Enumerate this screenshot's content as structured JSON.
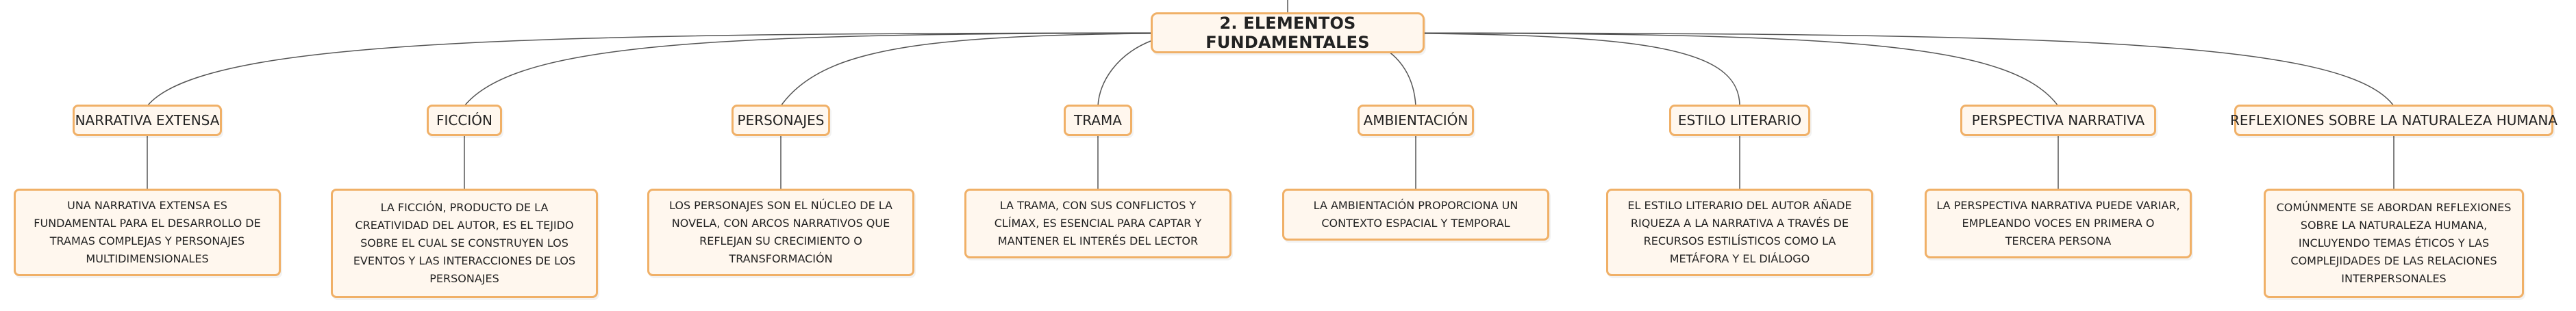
{
  "root": {
    "label": "2. ELEMENTOS FUNDAMENTALES"
  },
  "colors": {
    "border": "#f0b067",
    "fill": "#fff7ee",
    "line": "#555555",
    "text": "#222222"
  },
  "branches": [
    {
      "label": "NARRATIVA EXTENSA",
      "description": "UNA NARRATIVA EXTENSA ES FUNDAMENTAL PARA EL DESARROLLO DE TRAMAS COMPLEJAS Y PERSONAJES MULTIDIMENSIONALES"
    },
    {
      "label": "FICCIÓN",
      "description": "LA FICCIÓN, PRODUCTO DE LA CREATIVIDAD DEL AUTOR, ES EL TEJIDO SOBRE EL CUAL SE CONSTRUYEN LOS EVENTOS Y LAS INTERACCIONES DE LOS PERSONAJES"
    },
    {
      "label": "PERSONAJES",
      "description": "LOS PERSONAJES SON EL NÚCLEO DE LA NOVELA, CON ARCOS NARRATIVOS QUE REFLEJAN SU CRECIMIENTO O TRANSFORMACIÓN"
    },
    {
      "label": "TRAMA",
      "description": "LA TRAMA, CON SUS CONFLICTOS Y CLÍMAX, ES ESENCIAL PARA CAPTAR Y MANTENER EL INTERÉS DEL LECTOR"
    },
    {
      "label": "AMBIENTACIÓN",
      "description": "LA AMBIENTACIÓN PROPORCIONA UN CONTEXTO ESPACIAL Y TEMPORAL"
    },
    {
      "label": "ESTILO LITERARIO",
      "description": "EL ESTILO LITERARIO DEL AUTOR AÑADE RIQUEZA A LA NARRATIVA A TRAVÉS DE RECURSOS ESTILÍSTICOS COMO LA METÁFORA Y EL DIÁLOGO"
    },
    {
      "label": "PERSPECTIVA NARRATIVA",
      "description": "LA PERSPECTIVA NARRATIVA PUEDE VARIAR, EMPLEANDO VOCES EN PRIMERA O TERCERA PERSONA"
    },
    {
      "label": "REFLEXIONES SOBRE LA NATURALEZA HUMANA",
      "description": "COMÚNMENTE SE ABORDAN REFLEXIONES SOBRE LA NATURALEZA HUMANA, INCLUYENDO TEMAS ÉTICOS Y LAS COMPLEJIDADES DE LAS RELACIONES INTERPERSONALES"
    }
  ]
}
